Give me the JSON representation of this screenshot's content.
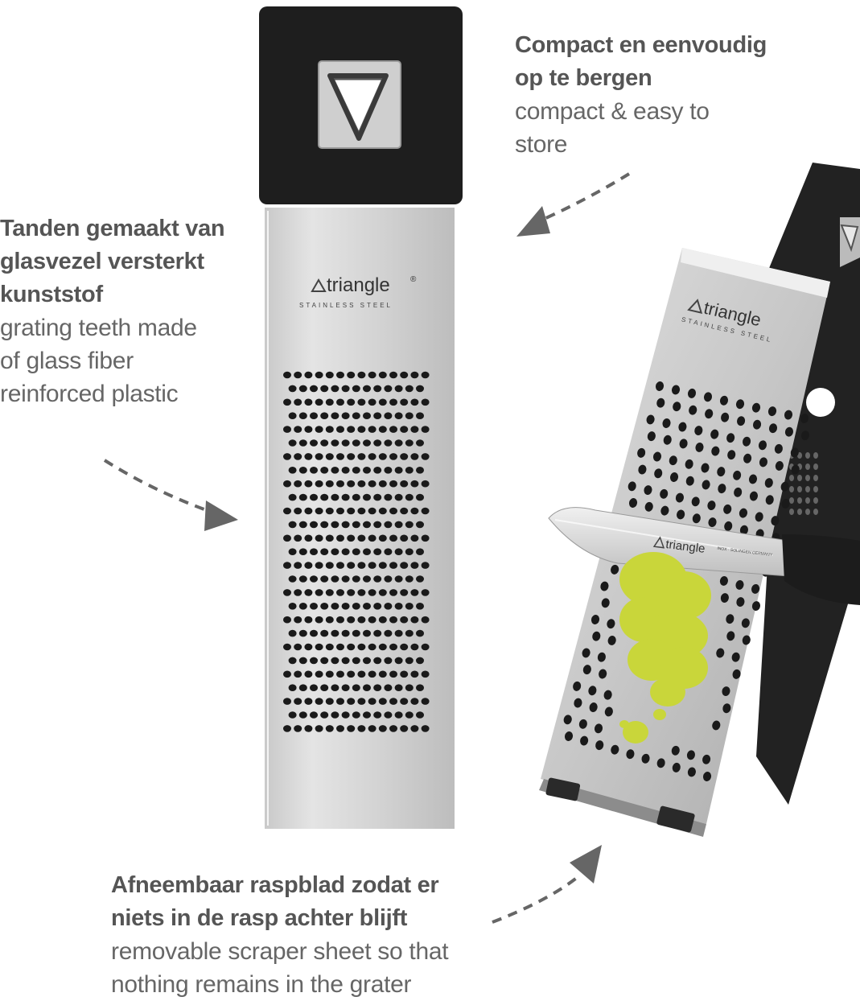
{
  "captions": {
    "storage": {
      "nl_lines": [
        "Compact en eenvoudig",
        "op te bergen"
      ],
      "en_lines": [
        "compact & easy to",
        "store"
      ]
    },
    "teeth": {
      "nl_lines": [
        "Tanden gemaakt van",
        "glasvezel versterkt",
        "kunststof"
      ],
      "en_lines": [
        "grating teeth made",
        "of glass fiber",
        "reinforced plastic"
      ]
    },
    "sheet": {
      "nl_lines": [
        "Afneembaar raspblad zodat er",
        "niets  in de rasp achter blijft"
      ],
      "en_lines": [
        "removable scraper sheet so that",
        "nothing remains in the grater"
      ]
    }
  },
  "product": {
    "brand": "triangle",
    "brand_mark": "®",
    "subline": "STAINLESS STEEL",
    "knife_brand": "triangle",
    "knife_small_text": "INOX · SOLINGEN GERMANY"
  },
  "colors": {
    "handle": "#1e1e1e",
    "steel": "#d8d8d8",
    "hole": "#1a1a1a",
    "zest": "#c9d63a",
    "arrow": "#666666"
  }
}
